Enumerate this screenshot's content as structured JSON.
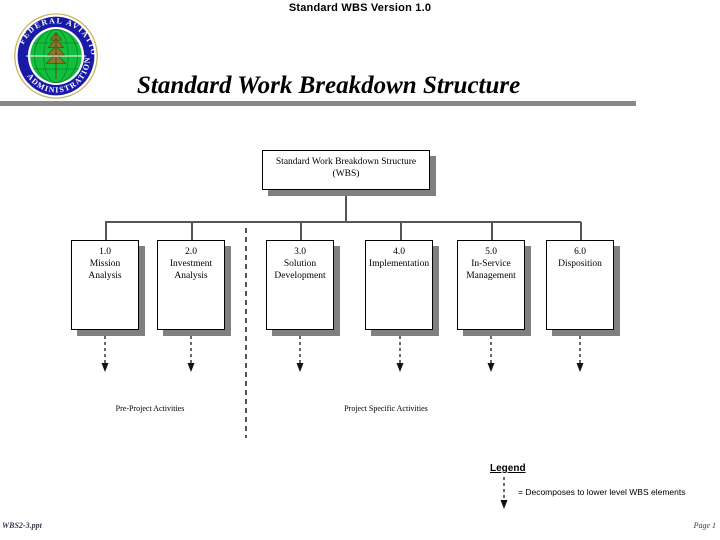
{
  "header": {
    "version_line": "Standard WBS Version 1.0",
    "title": "Standard Work Breakdown Structure",
    "seal": {
      "name": "faa-seal",
      "top_text": "FEDERAL  AVIATION",
      "bottom_text": "ADMINISTRATION",
      "ring_color": "#1a1aa8",
      "globe_color": "#0fbf3f",
      "emblem_color": "#8a7b2a"
    },
    "rule_color": "#888888"
  },
  "diagram": {
    "root": {
      "id": "root",
      "line1": "Standard Work Breakdown Structure",
      "line2": "(WBS)"
    },
    "children": [
      {
        "id": "1.0",
        "number": "1.0",
        "line1": "Mission",
        "line2": "Analysis",
        "line3": ""
      },
      {
        "id": "2.0",
        "number": "2.0",
        "line1": "Investment",
        "line2": "Analysis",
        "line3": ""
      },
      {
        "id": "3.0",
        "number": "3.0",
        "line1": "Solution",
        "line2": "Development",
        "line3": ""
      },
      {
        "id": "4.0",
        "number": "4.0",
        "line1": "Implementation",
        "line2": "",
        "line3": ""
      },
      {
        "id": "5.0",
        "number": "5.0",
        "line1": "In-Service",
        "line2": "Management",
        "line3": ""
      },
      {
        "id": "6.0",
        "number": "6.0",
        "line1": "Disposition",
        "line2": "",
        "line3": ""
      }
    ],
    "section_labels": {
      "pre_project": "Pre-Project Activities",
      "project_specific": "Project Specific Activities"
    },
    "box_border_color": "#000000",
    "box_shadow_color": "#808080",
    "connector_color": "#555555",
    "dashed_color": "#444444"
  },
  "legend": {
    "title": "Legend",
    "entry_text": "= Decomposes to lower level WBS elements",
    "arrow_name": "dashed-down-arrow-icon"
  },
  "footer": {
    "file_name": "WBS2-3.ppt",
    "page_label": "Page 1"
  }
}
